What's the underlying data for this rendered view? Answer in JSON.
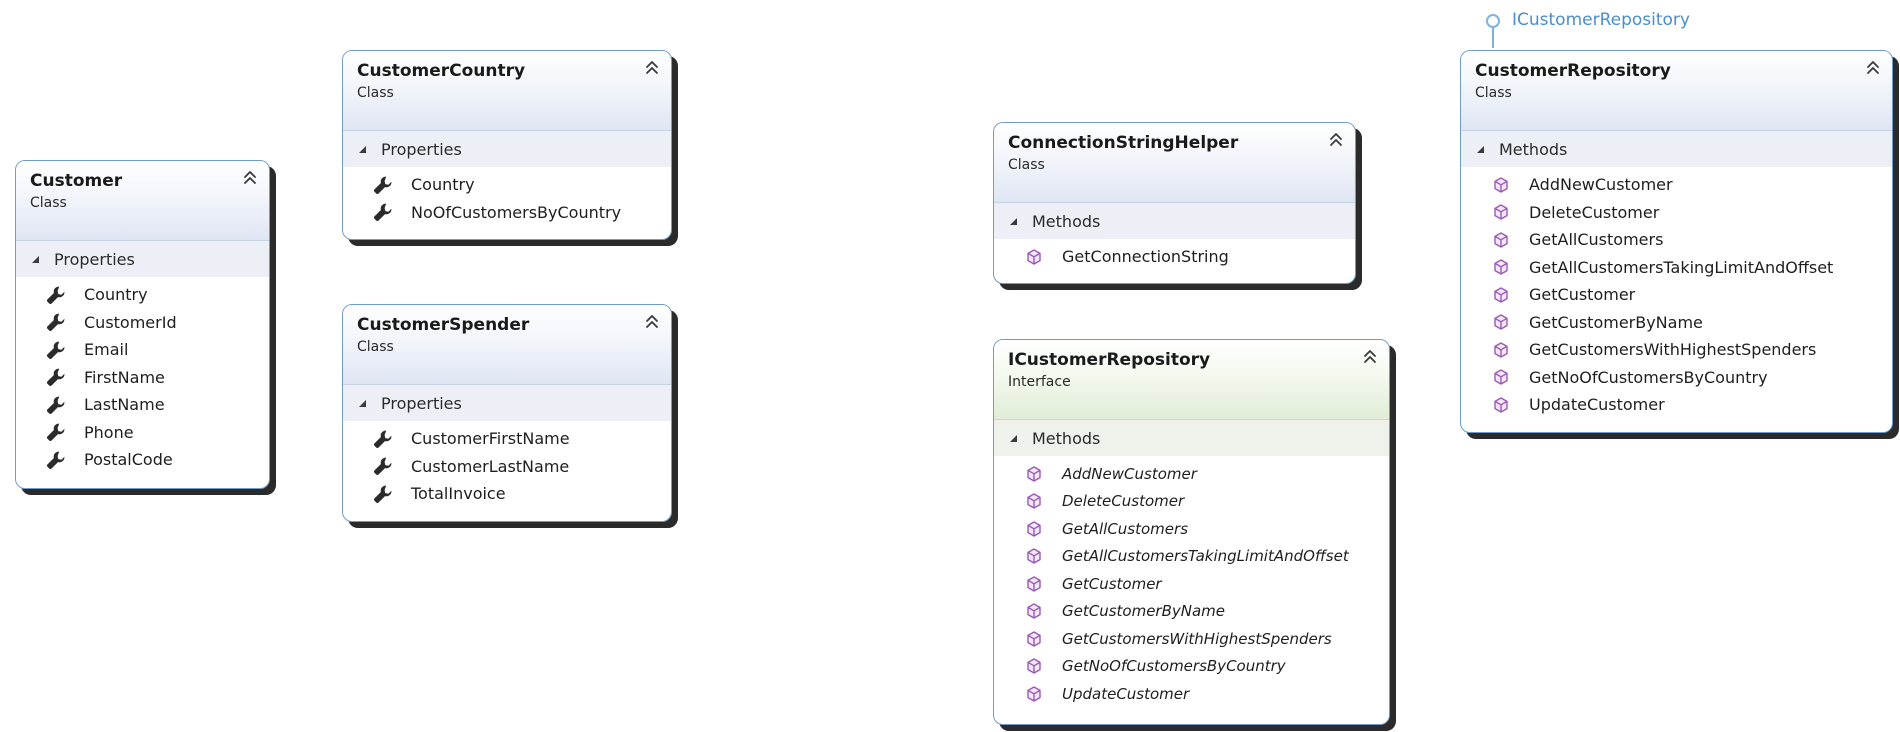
{
  "shapes": {
    "customer": {
      "title": "Customer",
      "stereotype": "Class",
      "compartment": "Properties",
      "members": [
        "Country",
        "CustomerId",
        "Email",
        "FirstName",
        "LastName",
        "Phone",
        "PostalCode"
      ]
    },
    "customer_country": {
      "title": "CustomerCountry",
      "stereotype": "Class",
      "compartment": "Properties",
      "members": [
        "Country",
        "NoOfCustomersByCountry"
      ]
    },
    "customer_spender": {
      "title": "CustomerSpender",
      "stereotype": "Class",
      "compartment": "Properties",
      "members": [
        "CustomerFirstName",
        "CustomerLastName",
        "TotalInvoice"
      ]
    },
    "connection_string_helper": {
      "title": "ConnectionStringHelper",
      "stereotype": "Class",
      "compartment": "Methods",
      "members": [
        "GetConnectionString"
      ]
    },
    "icustomer_repository": {
      "title": "ICustomerRepository",
      "stereotype": "Interface",
      "compartment": "Methods",
      "members": [
        "AddNewCustomer",
        "DeleteCustomer",
        "GetAllCustomers",
        "GetAllCustomersTakingLimitAndOffset",
        "GetCustomer",
        "GetCustomerByName",
        "GetCustomersWithHighestSpenders",
        "GetNoOfCustomersByCountry",
        "UpdateCustomer"
      ]
    },
    "customer_repository": {
      "title": "CustomerRepository",
      "stereotype": "Class",
      "compartment": "Methods",
      "members": [
        "AddNewCustomer",
        "DeleteCustomer",
        "GetAllCustomers",
        "GetAllCustomersTakingLimitAndOffset",
        "GetCustomer",
        "GetCustomerByName",
        "GetCustomersWithHighestSpenders",
        "GetNoOfCustomersByCountry",
        "UpdateCustomer"
      ]
    }
  },
  "implements_lollipop": {
    "label": "ICustomerRepository"
  },
  "icons": {
    "property": "wrench-icon",
    "method": "method-cube-icon",
    "collapse": "double-chevron-up-icon",
    "expander": "triangle-down-icon"
  },
  "colors": {
    "shape_border": "#6f9cc8",
    "class_header": "#dfe6f3",
    "interface_header": "#e1edd8",
    "method_icon": "#9b59b6",
    "lollipop": "#4a8ed0"
  }
}
